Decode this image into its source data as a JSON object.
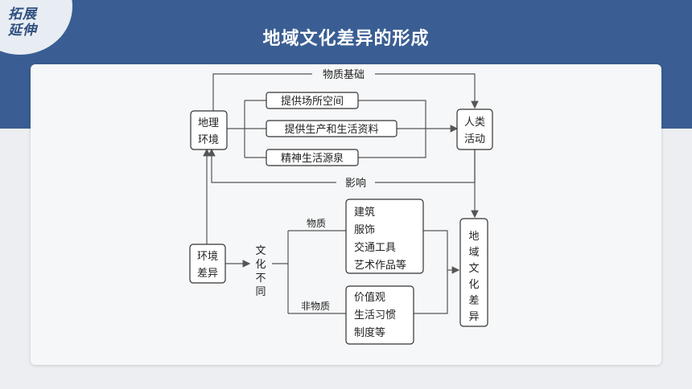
{
  "corner_badge": [
    "拓展",
    "延伸"
  ],
  "title": "地域文化差异的形成",
  "nodes": {
    "geo_env": [
      "地理",
      "环境"
    ],
    "human": [
      "人类",
      "活动"
    ],
    "space": "提供场所空间",
    "material": "提供生产和生活资料",
    "spirit": "精神生活源泉",
    "basis": "物质基础",
    "influence": "影响",
    "env_diff": [
      "环境",
      "差异"
    ],
    "culture_diff": [
      "文",
      "化",
      "不",
      "同"
    ],
    "material_label": "物质",
    "nonmaterial_label": "非物质",
    "material_items": [
      "建筑",
      "服饰",
      "交通工具",
      "艺术作品等"
    ],
    "nonmaterial_items": [
      "价值观",
      "生活习惯",
      "制度等"
    ],
    "regional_diff": [
      "地",
      "域",
      "文",
      "化",
      "差",
      "异"
    ]
  }
}
